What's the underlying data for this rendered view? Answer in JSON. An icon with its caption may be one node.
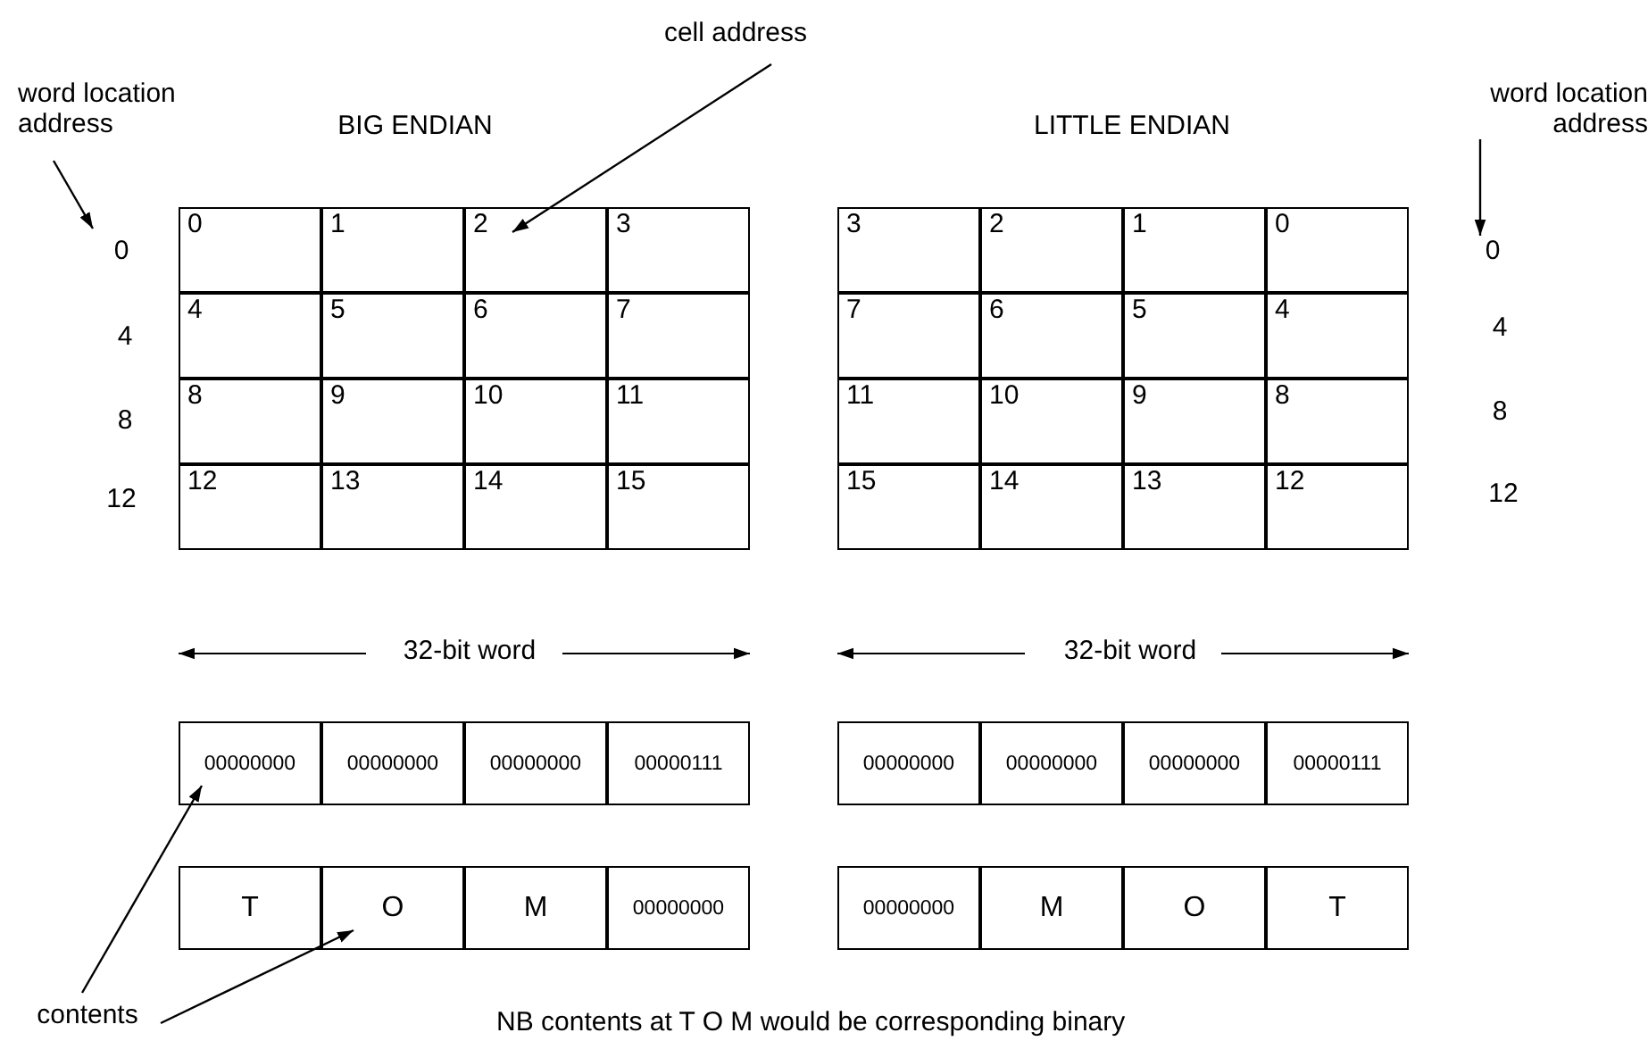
{
  "diagram": {
    "nodes": [
      {
        "text": [
          "cell address"
        ]
      },
      {
        "text": [
          "word location address"
        ]
      },
      {
        "text": [
          "word location address"
        ]
      },
      {
        "text": [
          "0"
        ]
      },
      {
        "text": [
          "0"
        ]
      },
      {
        "text": [
          "0"
        ]
      },
      {
        "text": [
          "1"
        ]
      },
      {
        "text": [
          "2"
        ]
      },
      {
        "text": [
          "3"
        ]
      },
      {
        "text": [
          "4"
        ]
      },
      {
        "text": [
          "5"
        ]
      },
      {
        "text": [
          "6"
        ]
      },
      {
        "text": [
          "7"
        ]
      },
      {
        "text": [
          "8"
        ]
      },
      {
        "text": [
          "9"
        ]
      },
      {
        "text": [
          "10"
        ]
      },
      {
        "text": [
          "11"
        ]
      },
      {
        "text": [
          "12"
        ]
      },
      {
        "text": [
          "13"
        ]
      },
      {
        "text": [
          "14"
        ]
      },
      {
        "text": [
          "15"
        ]
      },
      {
        "text": [
          "3"
        ]
      },
      {
        "text": [
          "2"
        ]
      },
      {
        "text": [
          "1"
        ]
      },
      {
        "text": [
          "0"
        ]
      },
      {
        "text": [
          "7"
        ]
      },
      {
        "text": [
          "6"
        ]
      },
      {
        "text": [
          "5"
        ]
      },
      {
        "text": [
          "4"
        ]
      },
      {
        "text": [
          "11"
        ]
      },
      {
        "text": [
          "10"
        ]
      },
      {
        "text": [
          "9"
        ]
      },
      {
        "text": [
          "8"
        ]
      },
      {
        "text": [
          "15"
        ]
      },
      {
        "text": [
          "14"
        ]
      },
      {
        "text": [
          "13"
        ]
      },
      {
        "text": [
          "12"
        ]
      },
      {
        "text": [
          "00000000"
        ]
      },
      {
        "text": [
          "00000000"
        ]
      },
      {
        "text": [
          "00000000"
        ]
      },
      {
        "text": [
          "00000111"
        ]
      },
      {
        "text": [
          "00000000"
        ]
      },
      {
        "text": [
          "00000000"
        ]
      },
      {
        "text": [
          "00000000"
        ]
      },
      {
        "text": [
          "00000111"
        ]
      },
      {
        "text": [
          "T"
        ]
      },
      {
        "text": [
          "O"
        ]
      },
      {
        "text": [
          "M"
        ]
      },
      {
        "text": [
          "00000000"
        ]
      },
      {
        "text": [
          "00000000"
        ]
      },
      {
        "text": [
          "M"
        ]
      },
      {
        "text": [
          "O"
        ]
      },
      {
        "text": [
          "T"
        ]
      },
      {
        "text": [
          "contents"
        ]
      }
    ],
    "edges": [
      {
        "from": 1,
        "to": 3,
        "arrow": "to"
      },
      {
        "from": 2,
        "to": 4,
        "arrow": "to"
      },
      {
        "from": 0,
        "to": 7,
        "arrow": "to"
      },
      {
        "from": 53,
        "to": 37,
        "arrow": "to"
      },
      {
        "from": 53,
        "to": 46,
        "arrow": "to"
      }
    ],
    "labels": [
      "BIG ENDIAN",
      "LITTLE ENDIAN",
      "4",
      "4",
      "8",
      "8",
      "12",
      "12",
      "32-bit word",
      "32-bit word",
      "NB  contents at T O M would be corresponding binary"
    ]
  }
}
